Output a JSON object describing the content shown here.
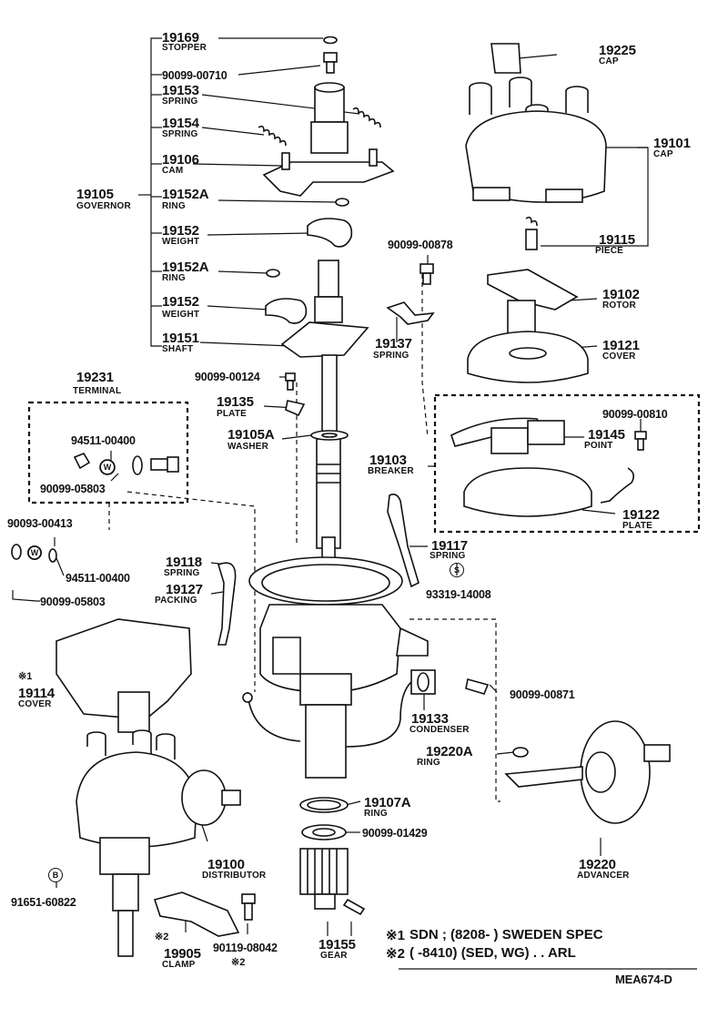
{
  "figure_code": "MEA674-D",
  "notes": [
    {
      "mark": "※1",
      "text": "SDN ; (8208-          ) SWEDEN SPEC"
    },
    {
      "mark": "※2",
      "text": "(          -8410) (SED, WG) . . ARL"
    }
  ],
  "group_labels": {
    "governor": {
      "number": "19105",
      "name": "GOVERNOR"
    },
    "terminal": {
      "number": "19231",
      "name": "TERMINAL"
    },
    "breaker": {
      "number": "19103",
      "name": "BREAKER"
    },
    "cap": {
      "number": "19101",
      "name": "CAP"
    }
  },
  "parts": [
    {
      "number": "19169",
      "name": "STOPPER"
    },
    {
      "number": "90099-00710",
      "name": ""
    },
    {
      "number": "19153",
      "name": "SPRING"
    },
    {
      "number": "19154",
      "name": "SPRING"
    },
    {
      "number": "19106",
      "name": "CAM"
    },
    {
      "number": "19152A",
      "name": "RING"
    },
    {
      "number": "19152",
      "name": "WEIGHT"
    },
    {
      "number": "19152A",
      "name": "RING"
    },
    {
      "number": "19152",
      "name": "WEIGHT"
    },
    {
      "number": "19151",
      "name": "SHAFT"
    },
    {
      "number": "90099-00124",
      "name": ""
    },
    {
      "number": "19135",
      "name": "PLATE"
    },
    {
      "number": "19105A",
      "name": "WASHER"
    },
    {
      "number": "94511-00400",
      "name": ""
    },
    {
      "number": "90099-05803",
      "name": ""
    },
    {
      "number": "90093-00413",
      "name": ""
    },
    {
      "number": "94511-00400",
      "name": ""
    },
    {
      "number": "90099-05803",
      "name": ""
    },
    {
      "number": "19118",
      "name": "SPRING"
    },
    {
      "number": "19127",
      "name": "PACKING"
    },
    {
      "number": "19114",
      "name": "COVER"
    },
    {
      "number": "19225",
      "name": "CAP"
    },
    {
      "number": "19115",
      "name": "PIECE"
    },
    {
      "number": "90099-00878",
      "name": ""
    },
    {
      "number": "19102",
      "name": "ROTOR"
    },
    {
      "number": "19137",
      "name": "SPRING"
    },
    {
      "number": "19121",
      "name": "COVER"
    },
    {
      "number": "90099-00810",
      "name": ""
    },
    {
      "number": "19145",
      "name": "POINT"
    },
    {
      "number": "19122",
      "name": "PLATE"
    },
    {
      "number": "19117",
      "name": "SPRING"
    },
    {
      "number": "93319-14008",
      "name": ""
    },
    {
      "number": "90099-00871",
      "name": ""
    },
    {
      "number": "19133",
      "name": "CONDENSER"
    },
    {
      "number": "19220A",
      "name": "RING"
    },
    {
      "number": "19107A",
      "name": "RING"
    },
    {
      "number": "90099-01429",
      "name": ""
    },
    {
      "number": "19100",
      "name": "DISTRIBUTOR"
    },
    {
      "number": "91651-60822",
      "name": ""
    },
    {
      "number": "19905",
      "name": "CLAMP"
    },
    {
      "number": "90119-08042",
      "name": ""
    },
    {
      "number": "19155",
      "name": "GEAR"
    },
    {
      "number": "19220",
      "name": "ADVANCER"
    }
  ],
  "markers": {
    "note1": "※1",
    "note2": "※2",
    "w": "W",
    "s": "S",
    "b": "B"
  }
}
